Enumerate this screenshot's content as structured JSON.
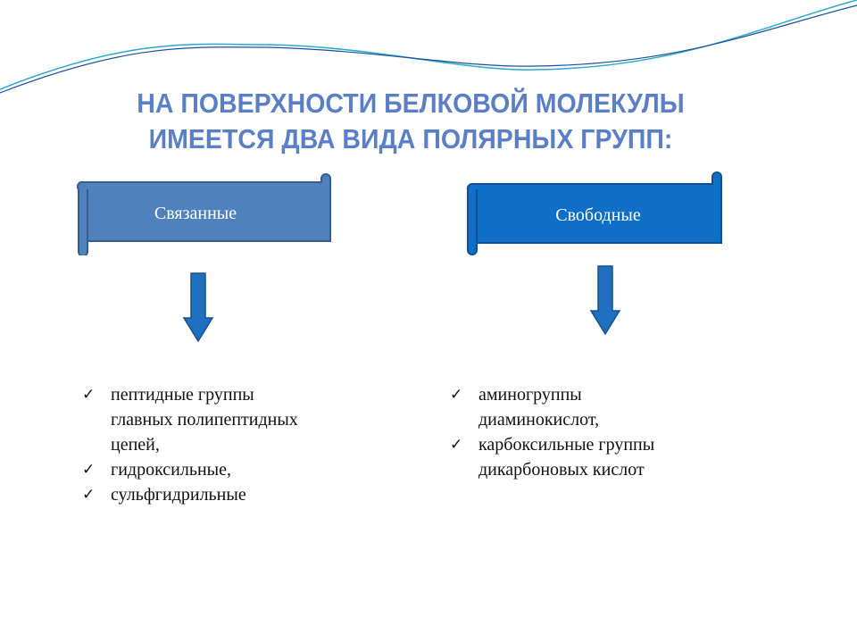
{
  "title": {
    "line1": "НА ПОВЕРХНОСТИ БЕЛКОВОЙ МОЛЕКУЛЫ",
    "line2": "ИМЕЕТСЯ ДВА ВИДА ПОЛЯРНЫХ ГРУПП:"
  },
  "left": {
    "label": "Связанные",
    "color": "#4f81bd",
    "items": [
      {
        "lines": [
          "пептидные группы",
          "главных полипептидных",
          "цепей,"
        ]
      },
      {
        "lines": [
          "гидроксильные,"
        ]
      },
      {
        "lines": [
          "сульфгидрильные"
        ]
      }
    ]
  },
  "right": {
    "label": "Свободные",
    "color": "#0f6fc6",
    "items": [
      {
        "lines": [
          "аминогруппы",
          "диаминокислот,"
        ]
      },
      {
        "lines": [
          "карбоксильные группы",
          "дикарбоновых кислот"
        ]
      }
    ]
  }
}
